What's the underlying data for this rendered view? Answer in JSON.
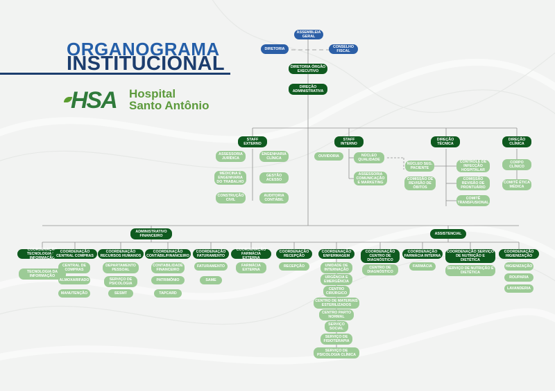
{
  "header": {
    "title_line1": "ORGANOGRAMA",
    "title_line2": "INSTITUCIONAL",
    "logo_abbr": "HSA",
    "logo_name_line1": "Hospital",
    "logo_name_line2": "Santo Antônio"
  },
  "colors": {
    "dark_green": "#0f5a1f",
    "light_green": "#9ccb96",
    "blue": "#2c5fa7",
    "title_blue": "#1c3d6e"
  },
  "top": {
    "assembleia": "ASSEMBLEIA GERAL",
    "diretoria": "DIRETORIA",
    "conselho": "CONSELHO FISCAL",
    "diretoria_executivo": "DIRETORIA ÓRGÃO EXECUTIVO",
    "direcao_adm": "DIREÇÃO ADMINISTRATIVA"
  },
  "staff_externo": {
    "label": "STAFF EXTERNO",
    "items": [
      "ASSESSORIA JURÍDICA",
      "ENGENHARIA CLÍNICA",
      "MEDICINA E ENGENHARIA DO TRABALHO",
      "GESTÃO ACESSO",
      "CONSTRUÇÃO CIVIL",
      "AUDITORIA CONTÁBIL"
    ]
  },
  "staff_interno": {
    "label": "STAFF INTERNO",
    "items": [
      "OUVIDORIA",
      "NÚCLEO QUALIDADE",
      "ASSESSORIA COMUNICAÇÃO E MARKETING",
      "NÚCLEO SEG. PACIENTE",
      "COMISSÃO DE REVISÃO DE ÓBITOS"
    ]
  },
  "direcao_tecnica": {
    "label": "DIREÇÃO TÉCNICA",
    "items": [
      "CONTROLE DE INFECÇÃO HOSPITALAR",
      "COMISSÃO REVISÃO DE PRONTUÁRIO",
      "COMITÊ TRANSFUSIONAL"
    ]
  },
  "direcao_clinica": {
    "label": "DIREÇÃO CLÍNICA",
    "items": [
      "CORPO CLÍNICO",
      "COMITÊ ÉTICA MÉDICA"
    ]
  },
  "admin_financeiro": "ADMINISTRATIVO FINANCEIRO",
  "assistencial": "ASSISTENCIAL",
  "coords": [
    {
      "label": "COORDENAÇÃO TECNOLOGIA DA INFORMAÇÃO",
      "items": [
        "TECNOLOGIA DA INFORMAÇÃO"
      ]
    },
    {
      "label": "COORDENAÇÃO CENTRAL COMPRAS",
      "items": [
        "CENTRAL DE COMPRAS",
        "ALMOXARIFADO",
        "MANUTENÇÃO"
      ]
    },
    {
      "label": "COORDENAÇÃO RECURSOS HUMANOS",
      "items": [
        "DEPARTAMENTO PESSOAL",
        "SERVIÇO DE PSICOLOGIA",
        "SESMT"
      ]
    },
    {
      "label": "COORDENAÇÃO CONTÁBIL/FINANCEIRO",
      "items": [
        "CONTABILIDADE FINANCEIRO",
        "PATRIMÔNIO",
        "TAPCARD"
      ]
    },
    {
      "label": "COORDENAÇÃO FATURAMENTO",
      "items": [
        "FATURAMENTO",
        "SAME"
      ]
    },
    {
      "label": "COORDENAÇÃO FARMÁCIA EXTERNA",
      "items": [
        "FARMÁCIA EXTERNA"
      ]
    },
    {
      "label": "COORDENAÇÃO RECEPÇÃO",
      "items": [
        "RECEPÇÃO"
      ]
    },
    {
      "label": "COORDENAÇÃO ENFERMAGEM",
      "items": [
        "UNIDADE DE INTERNAÇÃO",
        "URGÊNCIA E EMERGÊNCIA",
        "CENTRO CIRÚRGICO",
        "CENTRO DE MATERIAIS ESTERILIZADOS",
        "CENTRO PARTO NORMAL",
        "SERVIÇO SOCIAL",
        "SERVIÇO DE FISIOTERAPIA",
        "SERVIÇO DE PSICOLOGIA CLÍNICA"
      ]
    },
    {
      "label": "COORDENAÇÃO CENTRO DE DIAGNÓSTICO",
      "items": [
        "CENTRO DE DIAGNÓSTICO"
      ]
    },
    {
      "label": "COORDENAÇÃO FARMÁCIA INTERNA",
      "items": [
        "FARMÁCIA"
      ]
    },
    {
      "label": "COORDENAÇÃO SERVIÇO DE NUTRIÇÃO E DIETÉTICA",
      "items": [
        "SERVIÇO DE NUTRIÇÃO E DIETÉTICA"
      ]
    },
    {
      "label": "COORDENAÇÃO HIGIENIZAÇÃO",
      "items": [
        "HIGIENIZAÇÃO",
        "ROUPARIA",
        "LAVANDERIA"
      ]
    }
  ]
}
